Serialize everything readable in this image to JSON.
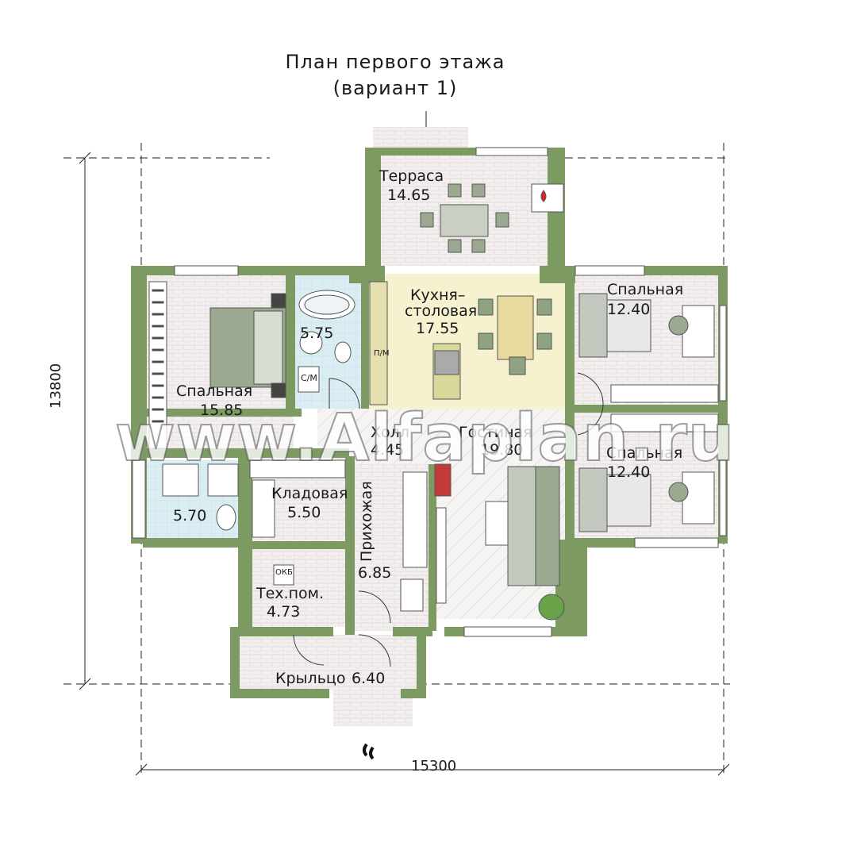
{
  "title": {
    "line1": "План первого этажа",
    "line2": "(вариант 1)"
  },
  "dimensions": {
    "width": "15300",
    "height": "13800"
  },
  "rooms": {
    "terrace": {
      "name": "Терраса",
      "area": "14.65"
    },
    "bedroom_left": {
      "name": "Спальная",
      "area": "15.85"
    },
    "bath_top": {
      "area": "5.75"
    },
    "kitchen": {
      "name_1": "Кухня–",
      "name_2": "столовая",
      "area": "17.55"
    },
    "bedroom_right_top": {
      "name": "Спальная",
      "area": "12.40"
    },
    "hall": {
      "name": "Холл",
      "area": "4.45"
    },
    "living": {
      "name": "Гостиная",
      "area": "19.80"
    },
    "bedroom_right_bottom": {
      "name": "Спальная",
      "area": "12.40"
    },
    "bath_bottom": {
      "area": "5.70"
    },
    "storage": {
      "name": "Кладовая",
      "area": "5.50"
    },
    "entry": {
      "name": "Прихожая",
      "area": "6.85"
    },
    "tech": {
      "name": "Тех.пом.",
      "area": "4.73"
    },
    "porch": {
      "name": "Крыльцо",
      "area": "6.40"
    }
  },
  "fixtures": {
    "washer_label": "С/М",
    "dishwasher_label": "П/М",
    "boiler_label": "ОКБ"
  },
  "watermark": "www.Alfaplan.ru",
  "colors": {
    "wall": "#7d9a63",
    "floor_tile": "#f2eeee",
    "kitchen_floor": "#f7f3cf",
    "bath_floor": "#d7ecf1",
    "dimension_line": "#222222"
  }
}
